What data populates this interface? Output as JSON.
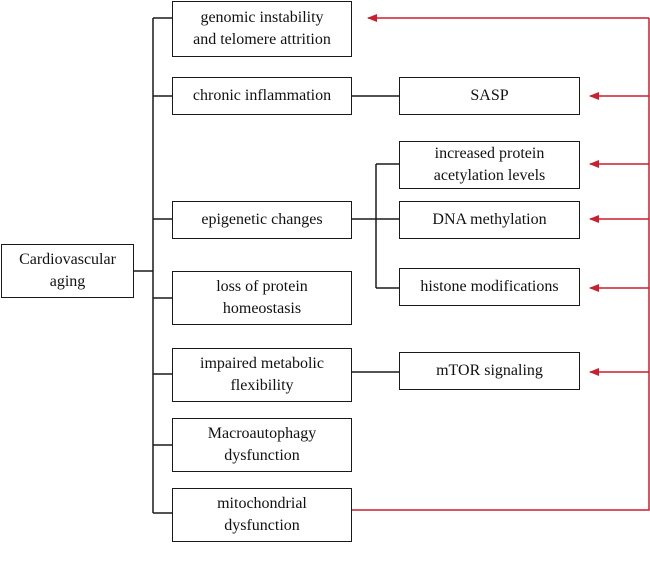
{
  "colors": {
    "line": "#1a1a1a",
    "feedback": "#cc1f2d"
  },
  "root": {
    "label": "Cardiovascular\naging"
  },
  "hallmarks": [
    {
      "id": "genomic",
      "label": "genomic instability\nand telomere attrition"
    },
    {
      "id": "inflammation",
      "label": "chronic inflammation"
    },
    {
      "id": "epigenetic",
      "label": "epigenetic changes"
    },
    {
      "id": "proteostasis",
      "label": "loss of protein\nhomeostasis"
    },
    {
      "id": "metabolic",
      "label": "impaired metabolic\nflexibility"
    },
    {
      "id": "macroautophagy",
      "label": "Macroautophagy\ndysfunction"
    },
    {
      "id": "mitochondrial",
      "label": "mitochondrial\ndysfunction"
    }
  ],
  "mechanisms": [
    {
      "id": "sasp",
      "parent": "inflammation",
      "label": "SASP"
    },
    {
      "id": "acetylation",
      "parent": "epigenetic",
      "label": "increased protein\nacetylation levels"
    },
    {
      "id": "methylation",
      "parent": "epigenetic",
      "label": "DNA methylation"
    },
    {
      "id": "histone",
      "parent": "epigenetic",
      "label": "histone modifications"
    },
    {
      "id": "mtor",
      "parent": "metabolic",
      "label": "mTOR signaling"
    }
  ],
  "feedback": {
    "source": "mitochondrial",
    "targets": [
      "genomic",
      "sasp",
      "acetylation",
      "methylation",
      "histone",
      "mtor"
    ]
  }
}
